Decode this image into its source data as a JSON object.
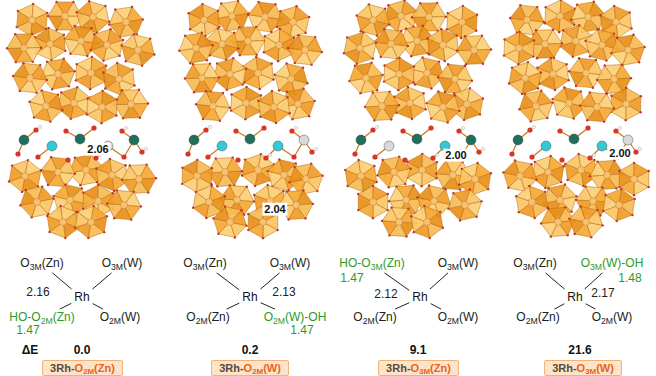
{
  "diagram": {
    "nodes": [
      {
        "text": [
          "3Rh-O2M(Zn)"
        ]
      },
      {
        "text": [
          "3Rh-O2M(W)"
        ]
      },
      {
        "text": [
          "3Rh-O3M(Zn)"
        ]
      },
      {
        "text": [
          "3Rh-O3M(W)"
        ]
      }
    ],
    "labels": [
      "2.06",
      "2.04",
      "2.00",
      "2.00",
      "O3M(Zn)",
      "O3M(W)",
      "Rh",
      "2.16",
      "HO-O2M(Zn)",
      "1.47",
      "O2M(W)",
      "O3M(Zn)",
      "O3M(W)",
      "Rh",
      "2.13",
      "O2M(Zn)",
      "O2M(W)-OH",
      "1.47",
      "HO-O3M(Zn)",
      "1.47",
      "O3M(W)",
      "2.12",
      "Rh",
      "O2M(Zn)",
      "O2M(W)",
      "O3M(Zn)",
      "O3M(W)-OH",
      "1.48",
      "Rh",
      "2.17",
      "O2M(Zn)",
      "O2M(W)",
      "ΔE",
      "0.0",
      "0.2",
      "9.1",
      "21.6"
    ]
  }
}
